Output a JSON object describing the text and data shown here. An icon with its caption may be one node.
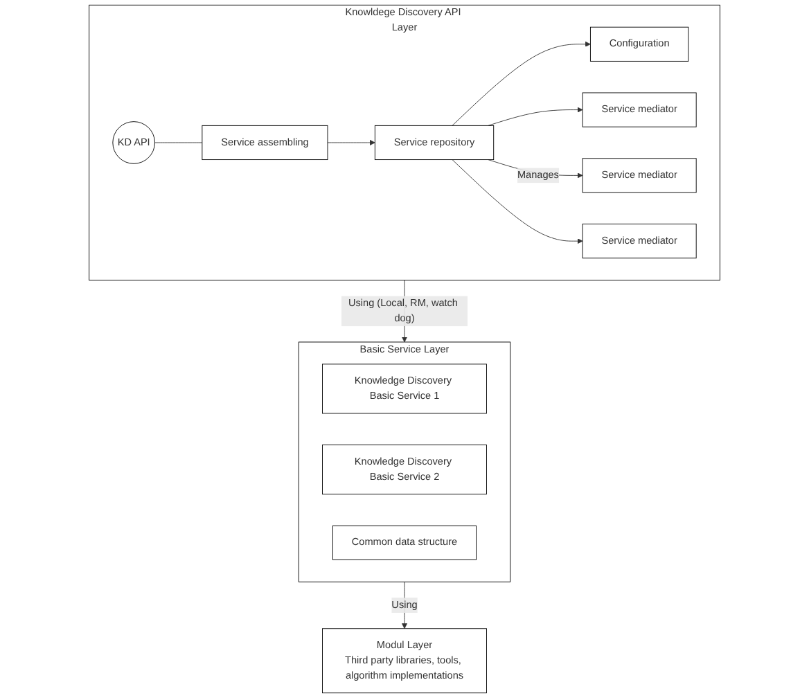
{
  "diagram": {
    "nodes": [
      {
        "text": [
          "Knowldege Discovery API Layer"
        ]
      },
      {
        "text": [
          "KD API"
        ],
        "in": 0
      },
      {
        "text": [
          "Service assembling"
        ],
        "in": 0
      },
      {
        "text": [
          "Service repository"
        ],
        "in": 0
      },
      {
        "text": [
          "Configuration"
        ],
        "in": 0
      },
      {
        "text": [
          "Service mediator"
        ],
        "in": 0
      },
      {
        "text": [
          "Service mediator"
        ],
        "in": 0
      },
      {
        "text": [
          "Service mediator"
        ],
        "in": 0
      },
      {
        "text": [
          "Basic Service Layer"
        ]
      },
      {
        "text": [
          "Knowledge Discovery Basic Service 1"
        ],
        "in": 8
      },
      {
        "text": [
          "Knowledge Discovery Basic Service 2"
        ],
        "in": 8
      },
      {
        "text": [
          "Common data structure"
        ],
        "in": 8
      },
      {
        "text": [
          "Modul Layer",
          "Third party libraries, tools, algorithm implementations"
        ]
      }
    ],
    "edges": [
      {
        "from": 1,
        "to": 2,
        "arrow": "none"
      },
      {
        "from": 2,
        "to": 3,
        "arrow": "to"
      },
      {
        "from": 3,
        "to": 4,
        "arrow": "to"
      },
      {
        "from": 3,
        "to": 5,
        "arrow": "to"
      },
      {
        "from": 3,
        "to": 6,
        "arrow": "to",
        "label": "Manages"
      },
      {
        "from": 3,
        "to": 7,
        "arrow": "to"
      },
      {
        "from": 0,
        "to": 8,
        "arrow": "to",
        "label": "Using (Local, RM, watch dog)"
      },
      {
        "from": 8,
        "to": 12,
        "arrow": "to",
        "label": "Using"
      }
    ]
  }
}
